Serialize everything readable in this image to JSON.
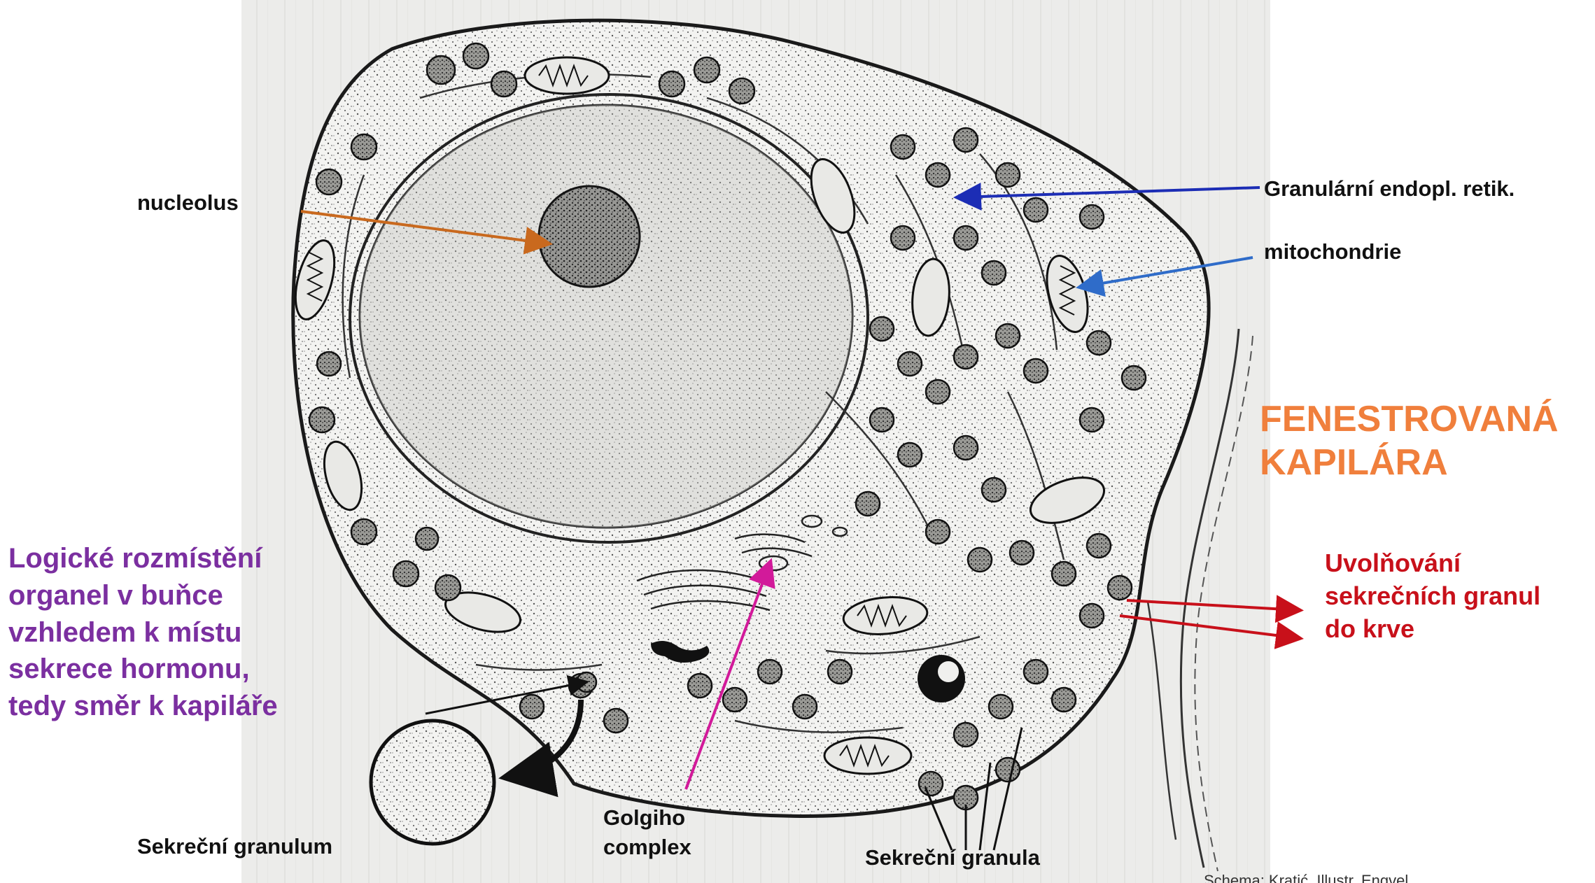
{
  "labels": {
    "nucleolus": "nucleolus",
    "gran_er": "Granulární endopl. retik.",
    "mitochondrie": "mitochondrie",
    "fenestrovana_1": "FENESTROVANÁ",
    "fenestrovana_2": "KAPILÁRA",
    "uvolnovani_1": "Uvolňování",
    "uvolnovani_2": "sekrečních granul",
    "uvolnovani_3": "do krve",
    "logicke_1": "Logické rozmístění",
    "logicke_2": "organel v buňce",
    "logicke_3": "vzhledem k místu",
    "logicke_4": "sekrece hormonu,",
    "logicke_5": "tedy směr k kapiláře",
    "golgiho_1": "Golgiho",
    "golgiho_2": "complex",
    "sekrecni_granulum": "Sekreční granulum",
    "sekrecni_granula": "Sekreční granula",
    "credit": "Schema: Kratić, Illustr. Engvel"
  },
  "colors": {
    "nucleolus_arrow": "#C9691E",
    "er_arrow": "#1C2DB5",
    "mito_arrow": "#2F6CC9",
    "golgi_arrow": "#D21A9A",
    "release_arrow": "#C8101A",
    "purple_text": "#7B2FA0",
    "orange_text": "#F07F3C",
    "red_text": "#C8101A"
  }
}
